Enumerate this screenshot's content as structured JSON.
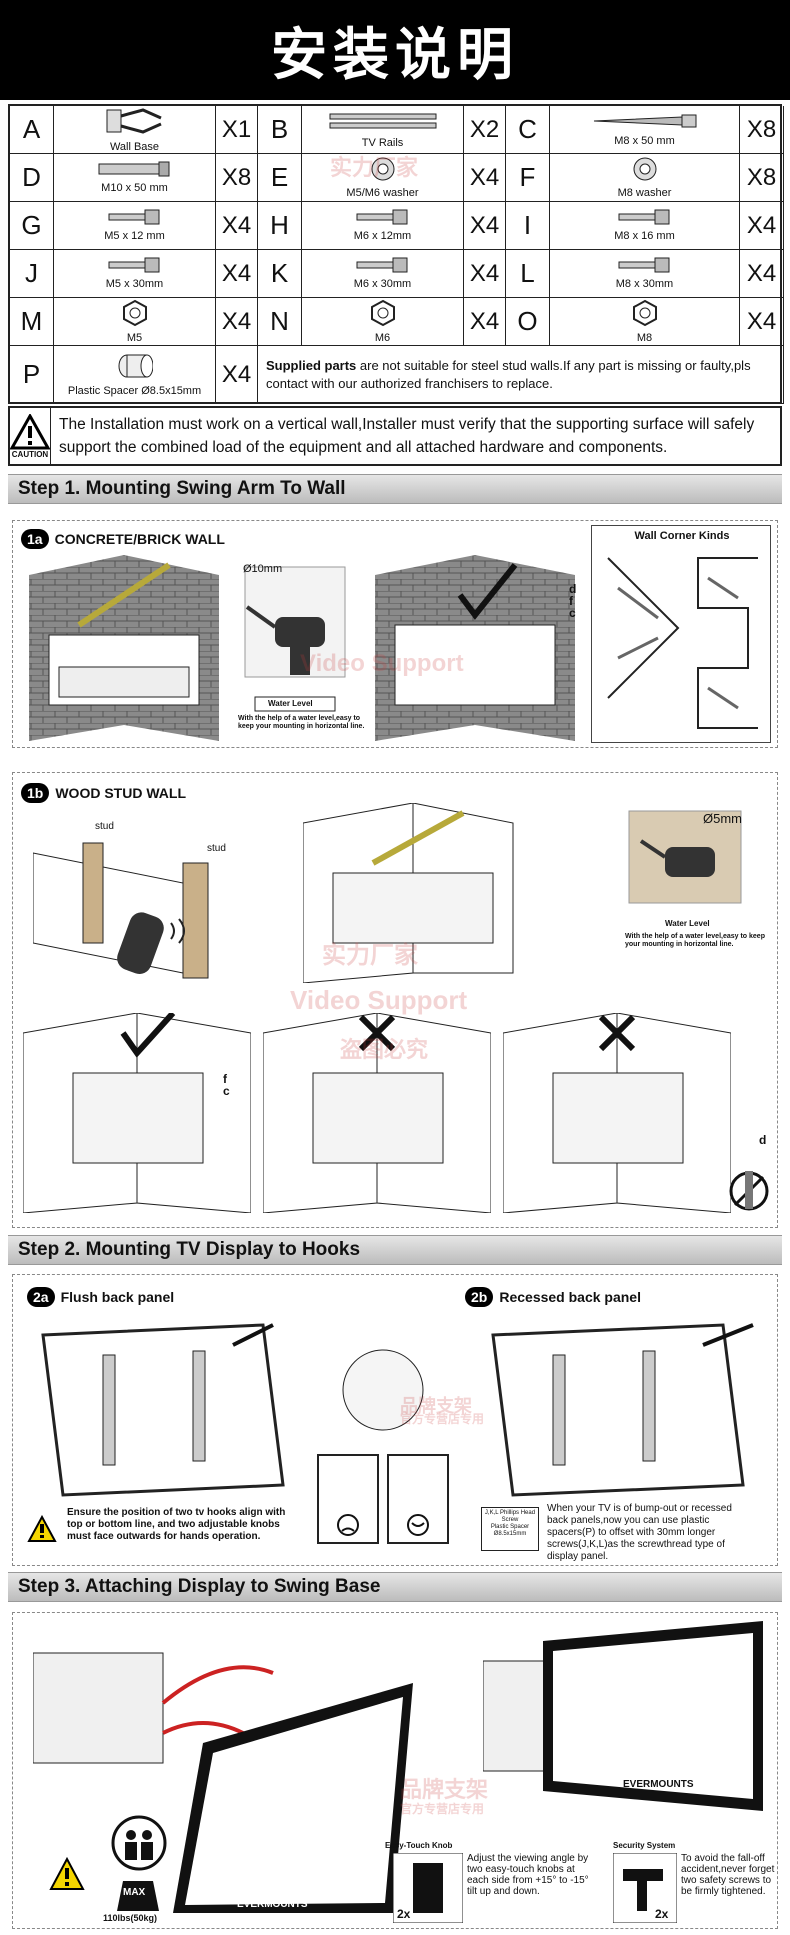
{
  "header": {
    "title": "安装说明"
  },
  "parts": [
    {
      "letter": "A",
      "name": "Wall Base",
      "qty": "X1",
      "icon": "wall-base-icon"
    },
    {
      "letter": "B",
      "name": "TV Rails",
      "qty": "X2",
      "icon": "tv-rails-icon"
    },
    {
      "letter": "C",
      "name": "M8 x 50 mm",
      "qty": "X8",
      "icon": "lag-bolt-icon"
    },
    {
      "letter": "D",
      "name": "M10 x 50 mm",
      "qty": "X8",
      "icon": "anchor-icon"
    },
    {
      "letter": "E",
      "name": "M5/M6 washer",
      "qty": "X4",
      "icon": "washer-icon"
    },
    {
      "letter": "F",
      "name": "M8 washer",
      "qty": "X8",
      "icon": "washer-icon"
    },
    {
      "letter": "G",
      "name": "M5 x 12 mm",
      "qty": "X4",
      "icon": "screw-icon"
    },
    {
      "letter": "H",
      "name": "M6 x 12mm",
      "qty": "X4",
      "icon": "screw-icon"
    },
    {
      "letter": "I",
      "name": "M8 x 16 mm",
      "qty": "X4",
      "icon": "screw-icon"
    },
    {
      "letter": "J",
      "name": "M5 x 30mm",
      "qty": "X4",
      "icon": "screw-icon"
    },
    {
      "letter": "K",
      "name": "M6 x 30mm",
      "qty": "X4",
      "icon": "screw-icon"
    },
    {
      "letter": "L",
      "name": "M8 x 30mm",
      "qty": "X4",
      "icon": "screw-icon"
    },
    {
      "letter": "M",
      "name": "M5",
      "qty": "X4",
      "icon": "nut-icon"
    },
    {
      "letter": "N",
      "name": "M6",
      "qty": "X4",
      "icon": "nut-icon"
    },
    {
      "letter": "O",
      "name": "M8",
      "qty": "X4",
      "icon": "nut-icon"
    },
    {
      "letter": "P",
      "name": "Plastic Spacer Ø8.5x15mm",
      "qty": "X4",
      "icon": "spacer-icon"
    }
  ],
  "supplied_note": {
    "bold": "Supplied parts",
    "text": " are not suitable for steel stud walls.If any part is missing or faulty,pls contact with our authorized franchisers to replace."
  },
  "caution": {
    "label": "CAUTION",
    "text": "The Installation must work on a vertical wall,Installer must verify that the supporting surface will safely support the combined load of the equipment and all attached hardware and components."
  },
  "step1": {
    "title": "Step 1. Mounting Swing Arm To Wall",
    "s1a": {
      "num": "1a",
      "label": "CONCRETE/BRICK WALL",
      "drill": "Ø10mm",
      "level": "Water Level",
      "level_note": "With the help of a water level,easy to keep your mounting in horizontal line.",
      "corner": "Wall Corner Kinds",
      "labels": [
        "d",
        "f",
        "c"
      ]
    },
    "s1b": {
      "num": "1b",
      "label": "WOOD STUD WALL",
      "stud": "stud",
      "drill": "Ø5mm",
      "level": "Water Level",
      "level_note": "With the help of a water level,easy to keep your mounting in horizontal line.",
      "labels": [
        "f",
        "c",
        "d"
      ]
    }
  },
  "step2": {
    "title": "Step 2. Mounting TV Display to Hooks",
    "s2a": {
      "num": "2a",
      "label": "Flush back panel",
      "note": "Ensure the position of two tv hooks align with top or bottom line, and two adjustable knobs must face outwards for hands operation."
    },
    "s2b": {
      "num": "2b",
      "label": "Recessed back panel",
      "spacer_label": "Plastic Spacer Ø8.5x15mm",
      "screw_label": "J,K,L Phillips Head Screw",
      "note": "When your TV is of bump-out or recessed back panels,now you can use plastic spacers(P) to offset with 30mm longer screws(J,K,L)as the screwthread type of display panel."
    }
  },
  "step3": {
    "title": "Step 3. Attaching Display to Swing Base",
    "max": "MAX",
    "max_weight": "110lbs(50kg)",
    "knob_title": "Easy-Touch Knob",
    "knob_qty": "2x",
    "knob_note": "Adjust the viewing angle by two easy-touch knobs at each side from +15° to -15° tilt up and down.",
    "security_title": "Security System",
    "security_qty": "2x",
    "security_note": "To avoid the fall-off accident,never forget two safety screws to be firmly tightened.",
    "brand": "EVERMOUNTS"
  },
  "watermark": {
    "lines": [
      "实力厂家",
      "Video Support",
      "盗图必究",
      "品牌支架",
      "官方专营店专用"
    ]
  },
  "colors": {
    "header_bg": "#000000",
    "step_bar": "#c8c8c8",
    "watermark": "#d24646"
  }
}
